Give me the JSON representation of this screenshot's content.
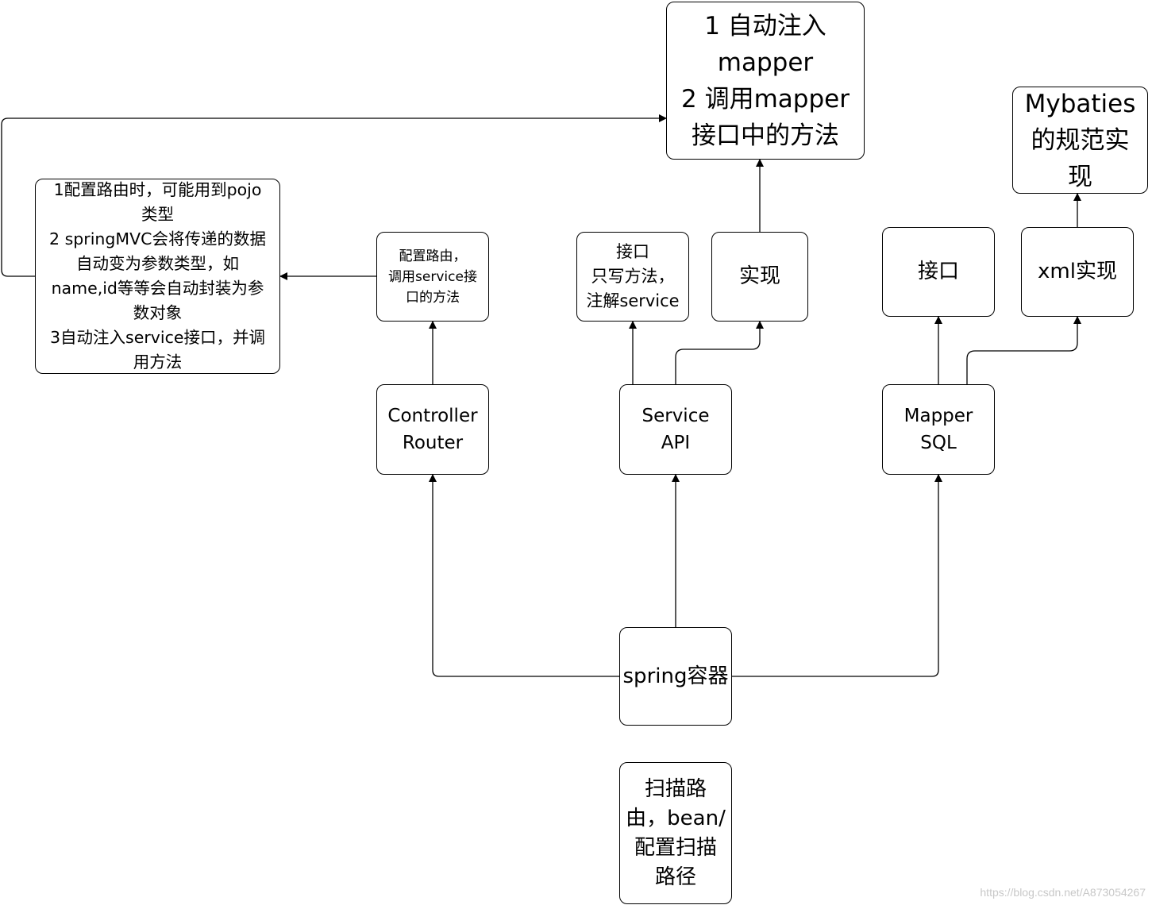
{
  "nodes": {
    "spring": "spring容器",
    "scan": "扫描路\n由，bean/\n配置扫描\n路径",
    "controller": "Controller\nRouter",
    "service": "Service\nAPI",
    "mapper": "Mapper\nSQL",
    "controller_note": "配置路由，\n调用service接\n口的方法",
    "pojo_note": "1配置路由时，可能用到pojo\n类型\n2 springMVC会将传递的数据\n自动变为参数类型，如\nname,id等等会自动封装为参\n数对象\n3自动注入service接口，并调\n用方法",
    "service_iface": "接口\n只写方法，\n注解service",
    "service_impl": "实现",
    "impl_note": "1 自动注入\nmapper\n2 调用mapper\n接口中的方法",
    "mapper_iface": "接口",
    "mapper_xml": "xml实现",
    "mybatis_note": "Mybaties\n的规范实\n现"
  },
  "watermark": "https://blog.csdn.net/A873054267"
}
